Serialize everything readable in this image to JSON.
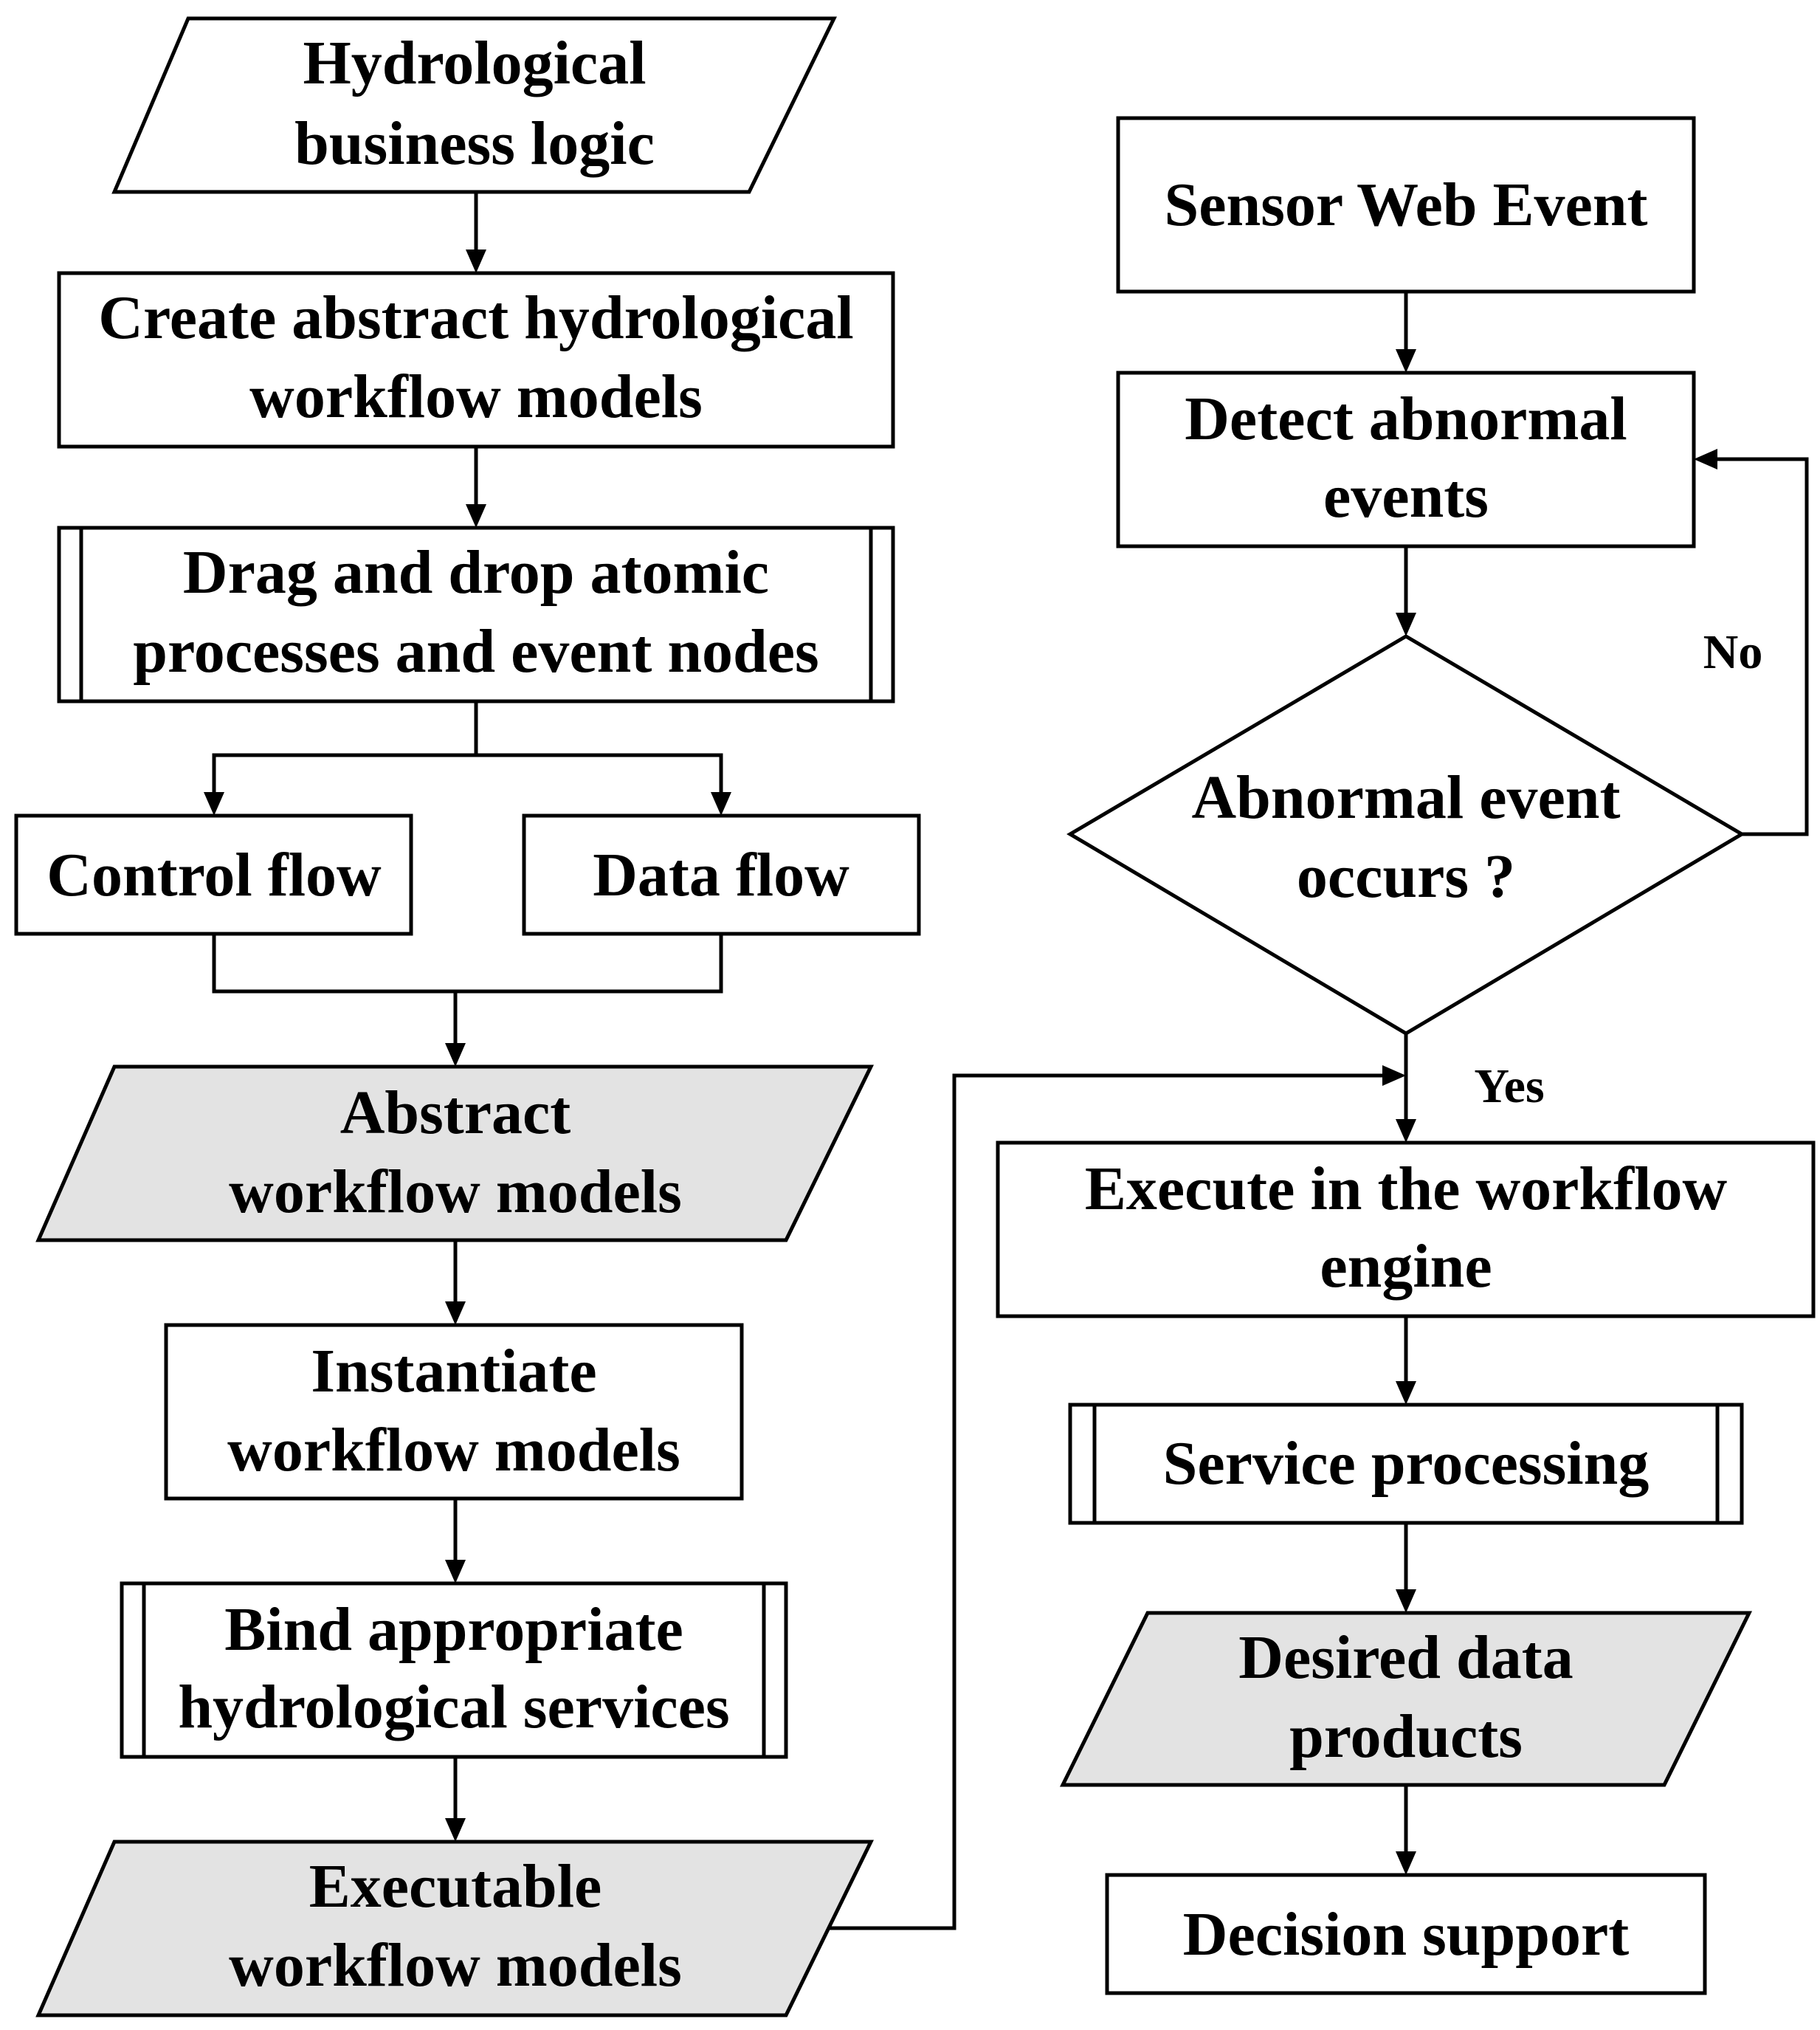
{
  "colors": {
    "stroke": "#000000",
    "box_fill": "#ffffff",
    "data_fill": "#e3e3e3",
    "text": "#000000"
  },
  "nodes": {
    "hydro_logic": {
      "shape": "parallelogram",
      "lines": [
        "Hydrological",
        "business logic"
      ]
    },
    "create_models": {
      "shape": "process",
      "lines": [
        "Create abstract hydrological",
        "workflow models"
      ]
    },
    "drag_drop": {
      "shape": "predefined-process",
      "lines": [
        "Drag and drop atomic",
        "processes and  event nodes"
      ]
    },
    "control_flow": {
      "shape": "process",
      "lines": [
        "Control flow"
      ]
    },
    "data_flow": {
      "shape": "process",
      "lines": [
        "Data flow"
      ]
    },
    "abstract_models": {
      "shape": "data",
      "lines": [
        "Abstract",
        "workflow models"
      ]
    },
    "instantiate": {
      "shape": "process",
      "lines": [
        "Instantiate",
        "workflow models"
      ]
    },
    "bind_services": {
      "shape": "predefined-process",
      "lines": [
        "Bind appropriate",
        "hydrological services"
      ]
    },
    "executable_models": {
      "shape": "data",
      "lines": [
        "Executable",
        "workflow models"
      ]
    },
    "sensor_event": {
      "shape": "process",
      "lines": [
        "Sensor Web Event"
      ]
    },
    "detect_events": {
      "shape": "process",
      "lines": [
        "Detect abnormal",
        "events"
      ]
    },
    "abnormal_decision": {
      "shape": "decision",
      "lines": [
        "Abnormal  event",
        "occurs ?"
      ]
    },
    "execute_engine": {
      "shape": "process",
      "lines": [
        "Execute in the workflow",
        "engine"
      ]
    },
    "service_processing": {
      "shape": "predefined-process",
      "lines": [
        "Service processing"
      ]
    },
    "desired_products": {
      "shape": "data",
      "lines": [
        "Desired data",
        "products"
      ]
    },
    "decision_support": {
      "shape": "process",
      "lines": [
        "Decision support"
      ]
    }
  },
  "edge_labels": {
    "no": "No",
    "yes": "Yes"
  }
}
